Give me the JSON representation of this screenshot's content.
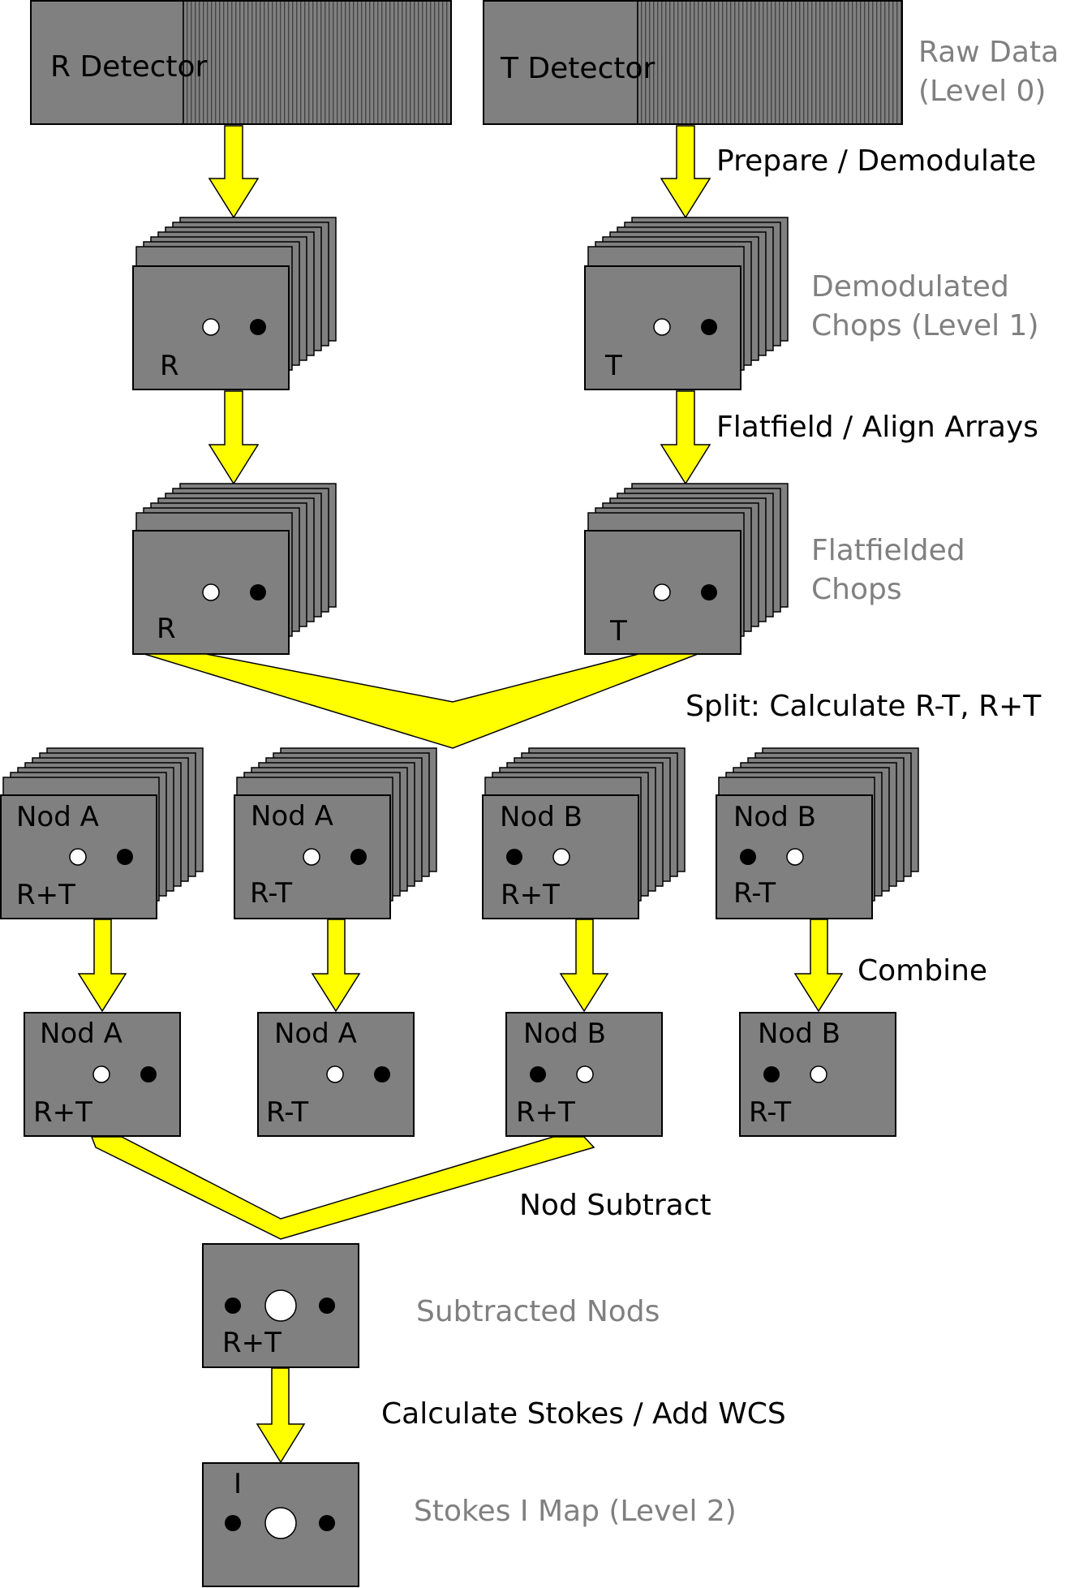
{
  "colors": {
    "frame_fill": "#808080",
    "frame_stroke": "#000000",
    "arrow_fill": "#ffff00",
    "step_text": "#000000",
    "level_text": "#808080",
    "source_positive": "#ffffff",
    "source_negative": "#000000"
  },
  "raw": {
    "r_detector": "R Detector",
    "t_detector": "T Detector",
    "level_line1": "Raw Data",
    "level_line2": "(Level 0)"
  },
  "steps": {
    "prepare": "Prepare / Demodulate",
    "flatfield": "Flatfield / Align Arrays",
    "split": "Split: Calculate R-T, R+T",
    "combine": "Combine",
    "nod_subtract": "Nod Subtract",
    "stokes": "Calculate Stokes / Add WCS"
  },
  "levels": {
    "demod_line1": "Demodulated",
    "demod_line2": "Chops (Level 1)",
    "flat_line1": "Flatfielded",
    "flat_line2": "Chops",
    "subtracted": "Subtracted Nods",
    "stokes_map": "Stokes I Map (Level 2)"
  },
  "frames": {
    "r": "R",
    "t": "T",
    "nod_a": "Nod A",
    "nod_b": "Nod B",
    "r_plus_t": "R+T",
    "r_minus_t": "R-T",
    "stokes_i": "I"
  }
}
